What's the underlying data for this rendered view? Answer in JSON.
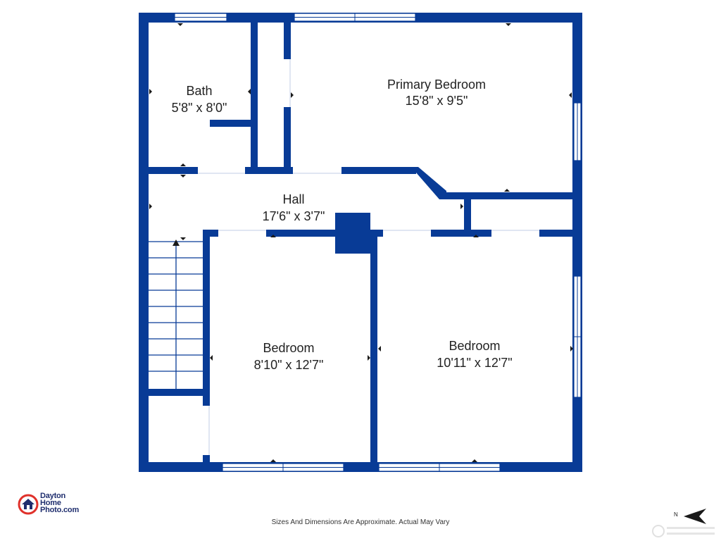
{
  "colors": {
    "wall": "#083b96",
    "text": "#222222",
    "logo_red": "#e0312b",
    "logo_blue": "#1f2e6e"
  },
  "rooms": {
    "bath": {
      "name": "Bath",
      "dims": "5'8\" x 8'0\""
    },
    "primary_bedroom": {
      "name": "Primary Bedroom",
      "dims": "15'8\" x 9'5\""
    },
    "hall": {
      "name": "Hall",
      "dims": "17'6\" x 3'7\""
    },
    "bedroom_left": {
      "name": "Bedroom",
      "dims": "8'10\" x 12'7\""
    },
    "bedroom_right": {
      "name": "Bedroom",
      "dims": "10'11\" x 12'7\""
    }
  },
  "footer": {
    "disclaimer": "Sizes And Dimensions Are Approximate. Actual May Vary"
  },
  "logo": {
    "line1": "Dayton",
    "line2": "Home",
    "line3": "Photo.com"
  },
  "compass": {
    "letter": "N"
  }
}
